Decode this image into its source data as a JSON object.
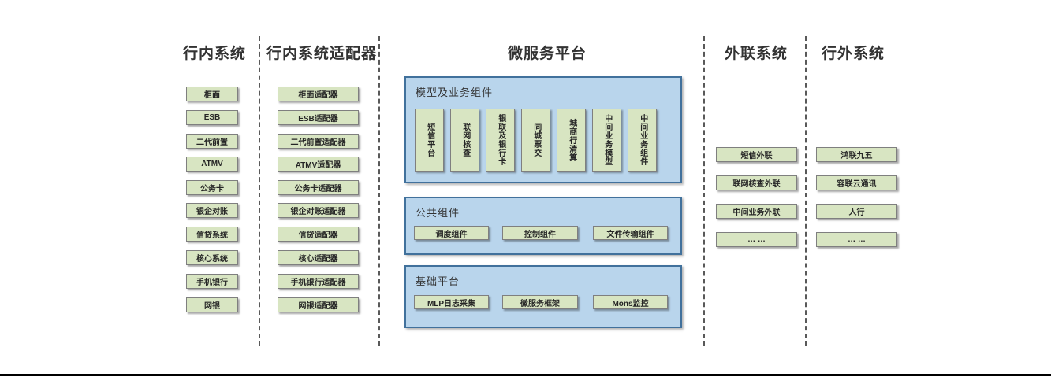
{
  "colors": {
    "green_box_fill": "#d8e5c2",
    "green_box_border": "#7f7f7f",
    "blue_panel_fill": "#b9d5ec",
    "blue_panel_border": "#41719c",
    "divider": "#595959",
    "text": "#333333"
  },
  "columns": {
    "internal": {
      "title": "行内系统",
      "items": [
        "柜面",
        "ESB",
        "二代前置",
        "ATMV",
        "公务卡",
        "银企对账",
        "信贷系统",
        "核心系统",
        "手机银行",
        "网银"
      ]
    },
    "adapters": {
      "title": "行内系统适配器",
      "items": [
        "柜面适配器",
        "ESB适配器",
        "二代前置适配器",
        "ATMV适配器",
        "公务卡适配器",
        "银企对账适配器",
        "信贷适配器",
        "核心适配器",
        "手机银行适配器",
        "网银适配器"
      ]
    },
    "platform": {
      "title": "微服务平台",
      "sections": {
        "model": {
          "title": "模型及业务组件",
          "items": [
            "短信平台",
            "联网核查",
            "银联及银行卡",
            "同城票交",
            "城商行清算",
            "中间业务模型",
            "中间业务组件"
          ]
        },
        "common": {
          "title": "公共组件",
          "items": [
            "调度组件",
            "控制组件",
            "文件传输组件"
          ]
        },
        "base": {
          "title": "基础平台",
          "items": [
            "MLP日志采集",
            "微服务框架",
            "Mons监控"
          ]
        }
      }
    },
    "external_link": {
      "title": "外联系统",
      "items": [
        "短信外联",
        "联网核查外联",
        "中间业务外联",
        "… …"
      ]
    },
    "external": {
      "title": "行外系统",
      "items": [
        "鸿联九五",
        "容联云通讯",
        "人行",
        "… …"
      ]
    }
  }
}
